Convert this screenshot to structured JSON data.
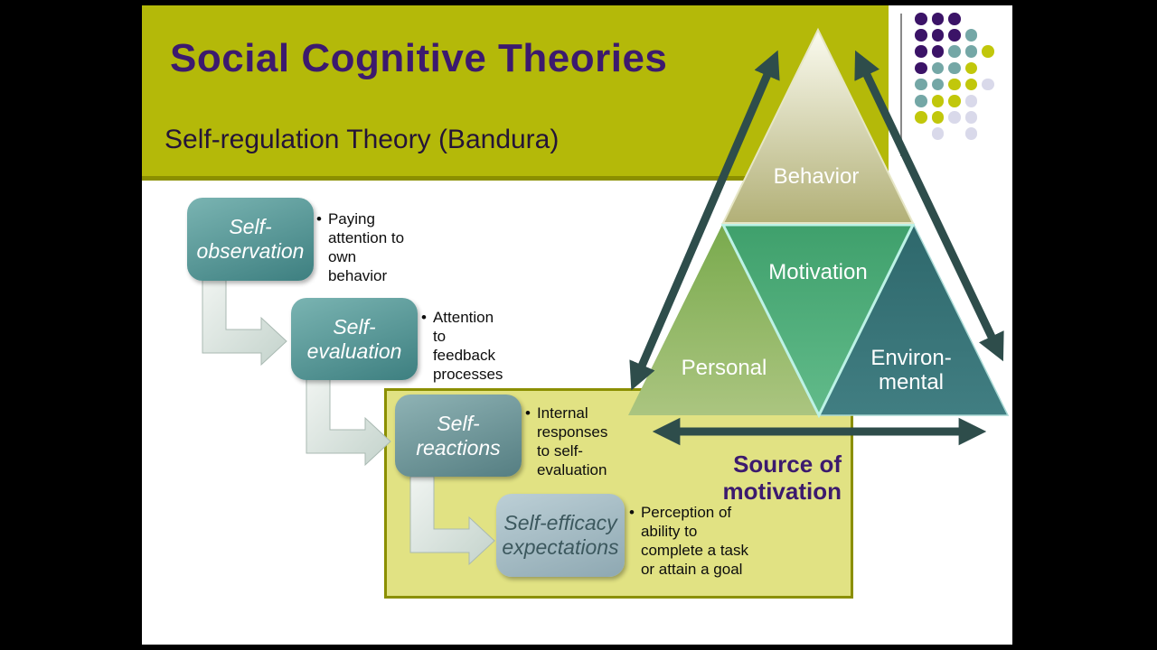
{
  "slide": {
    "title": "Social Cognitive Theories",
    "subtitle": "Self-regulation Theory (Bandura)"
  },
  "flow_steps": [
    {
      "label": "Self-\nobservation",
      "bullet": "Paying\nattention to\nown\nbehavior"
    },
    {
      "label": "Self-\nevaluation",
      "bullet": "Attention\nto\nfeedback\nprocesses"
    },
    {
      "label": "Self-\nreactions",
      "bullet": "Internal\nresponses\nto self-\nevaluation"
    },
    {
      "label": "Self-efficacy\nexpectations",
      "bullet": "Perception of\nability to\ncomplete a task\nor attain a goal"
    }
  ],
  "bullet_marker": "•",
  "triangle": {
    "top_label": "Behavior",
    "center_label": "Motivation",
    "left_label": "Personal",
    "right_label": "Environ-\nmental"
  },
  "source_box": {
    "label": "Source of\nmotivation"
  },
  "colors": {
    "header_yellow": "#b4b909",
    "header_border_olive": "#8b8f00",
    "title_purple": "#3c1a6e",
    "panel_yellow": "#e1e283",
    "box_teal": "#3d7f80",
    "box_gray_blue": "#8ea8b2",
    "triangle_behavior_tan": "#b2b077",
    "triangle_motivation_green": "#4aa876",
    "triangle_personal_green": "#8db25f",
    "triangle_environmental_teal": "#356f73",
    "arrow_dark_slate": "#2e4d4b"
  },
  "decoration": {
    "dot_colors": {
      "P": "#3b1367",
      "T": "#74a7a6",
      "Y": "#c1c70b",
      "L": "#d9d9ea"
    },
    "dot_rows": [
      [
        "P",
        "P",
        "P"
      ],
      [
        "P",
        "P",
        "P",
        "T"
      ],
      [
        "P",
        "P",
        "T",
        "T",
        "Y"
      ],
      [
        "P",
        "T",
        "T",
        "Y"
      ],
      [
        "T",
        "T",
        "Y",
        "Y",
        "L"
      ],
      [
        "T",
        "Y",
        "Y",
        "L"
      ],
      [
        "Y",
        "Y",
        "L",
        "L"
      ],
      [
        "",
        "L",
        "",
        "L"
      ]
    ]
  }
}
